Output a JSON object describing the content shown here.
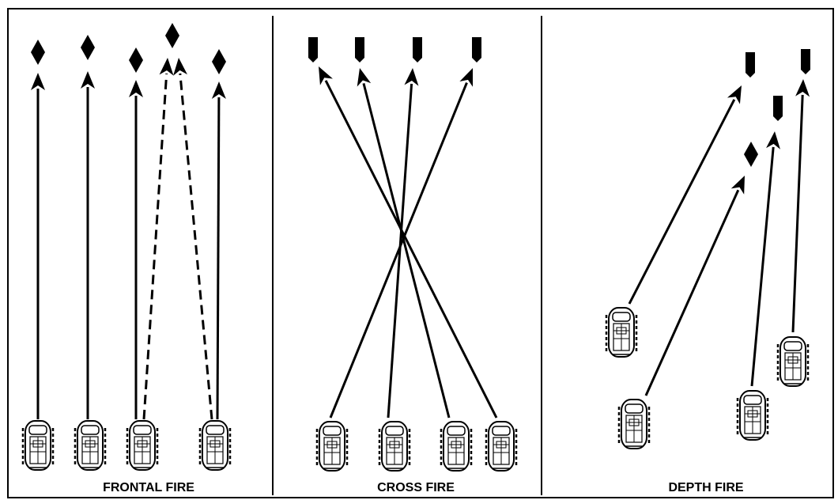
{
  "panels": [
    {
      "title": "FRONTAL FIRE"
    },
    {
      "title": "CROSS FIRE"
    },
    {
      "title": "DEPTH FIRE"
    }
  ],
  "colors": {
    "ink": "#000000",
    "background": "#ffffff"
  },
  "frontal": {
    "targets": [
      {
        "shape": "diamond"
      },
      {
        "shape": "diamond"
      },
      {
        "shape": "diamond"
      },
      {
        "shape": "diamond"
      },
      {
        "shape": "diamond"
      }
    ],
    "vehicles": 4,
    "lines": [
      {
        "style": "solid"
      },
      {
        "style": "solid"
      },
      {
        "style": "solid"
      },
      {
        "style": "dashed"
      },
      {
        "style": "dashed"
      },
      {
        "style": "solid"
      }
    ]
  },
  "cross": {
    "targets": [
      {
        "shape": "tab"
      },
      {
        "shape": "tab"
      },
      {
        "shape": "tab"
      },
      {
        "shape": "tab"
      }
    ],
    "vehicles": 4,
    "lines": [
      {
        "style": "solid"
      },
      {
        "style": "solid"
      },
      {
        "style": "solid"
      },
      {
        "style": "solid"
      }
    ]
  },
  "depth": {
    "targets": [
      {
        "shape": "tab"
      },
      {
        "shape": "tab"
      },
      {
        "shape": "tab"
      },
      {
        "shape": "diamond"
      }
    ],
    "vehicles": 4,
    "lines": [
      {
        "style": "solid"
      },
      {
        "style": "solid"
      },
      {
        "style": "solid"
      },
      {
        "style": "solid"
      }
    ]
  }
}
